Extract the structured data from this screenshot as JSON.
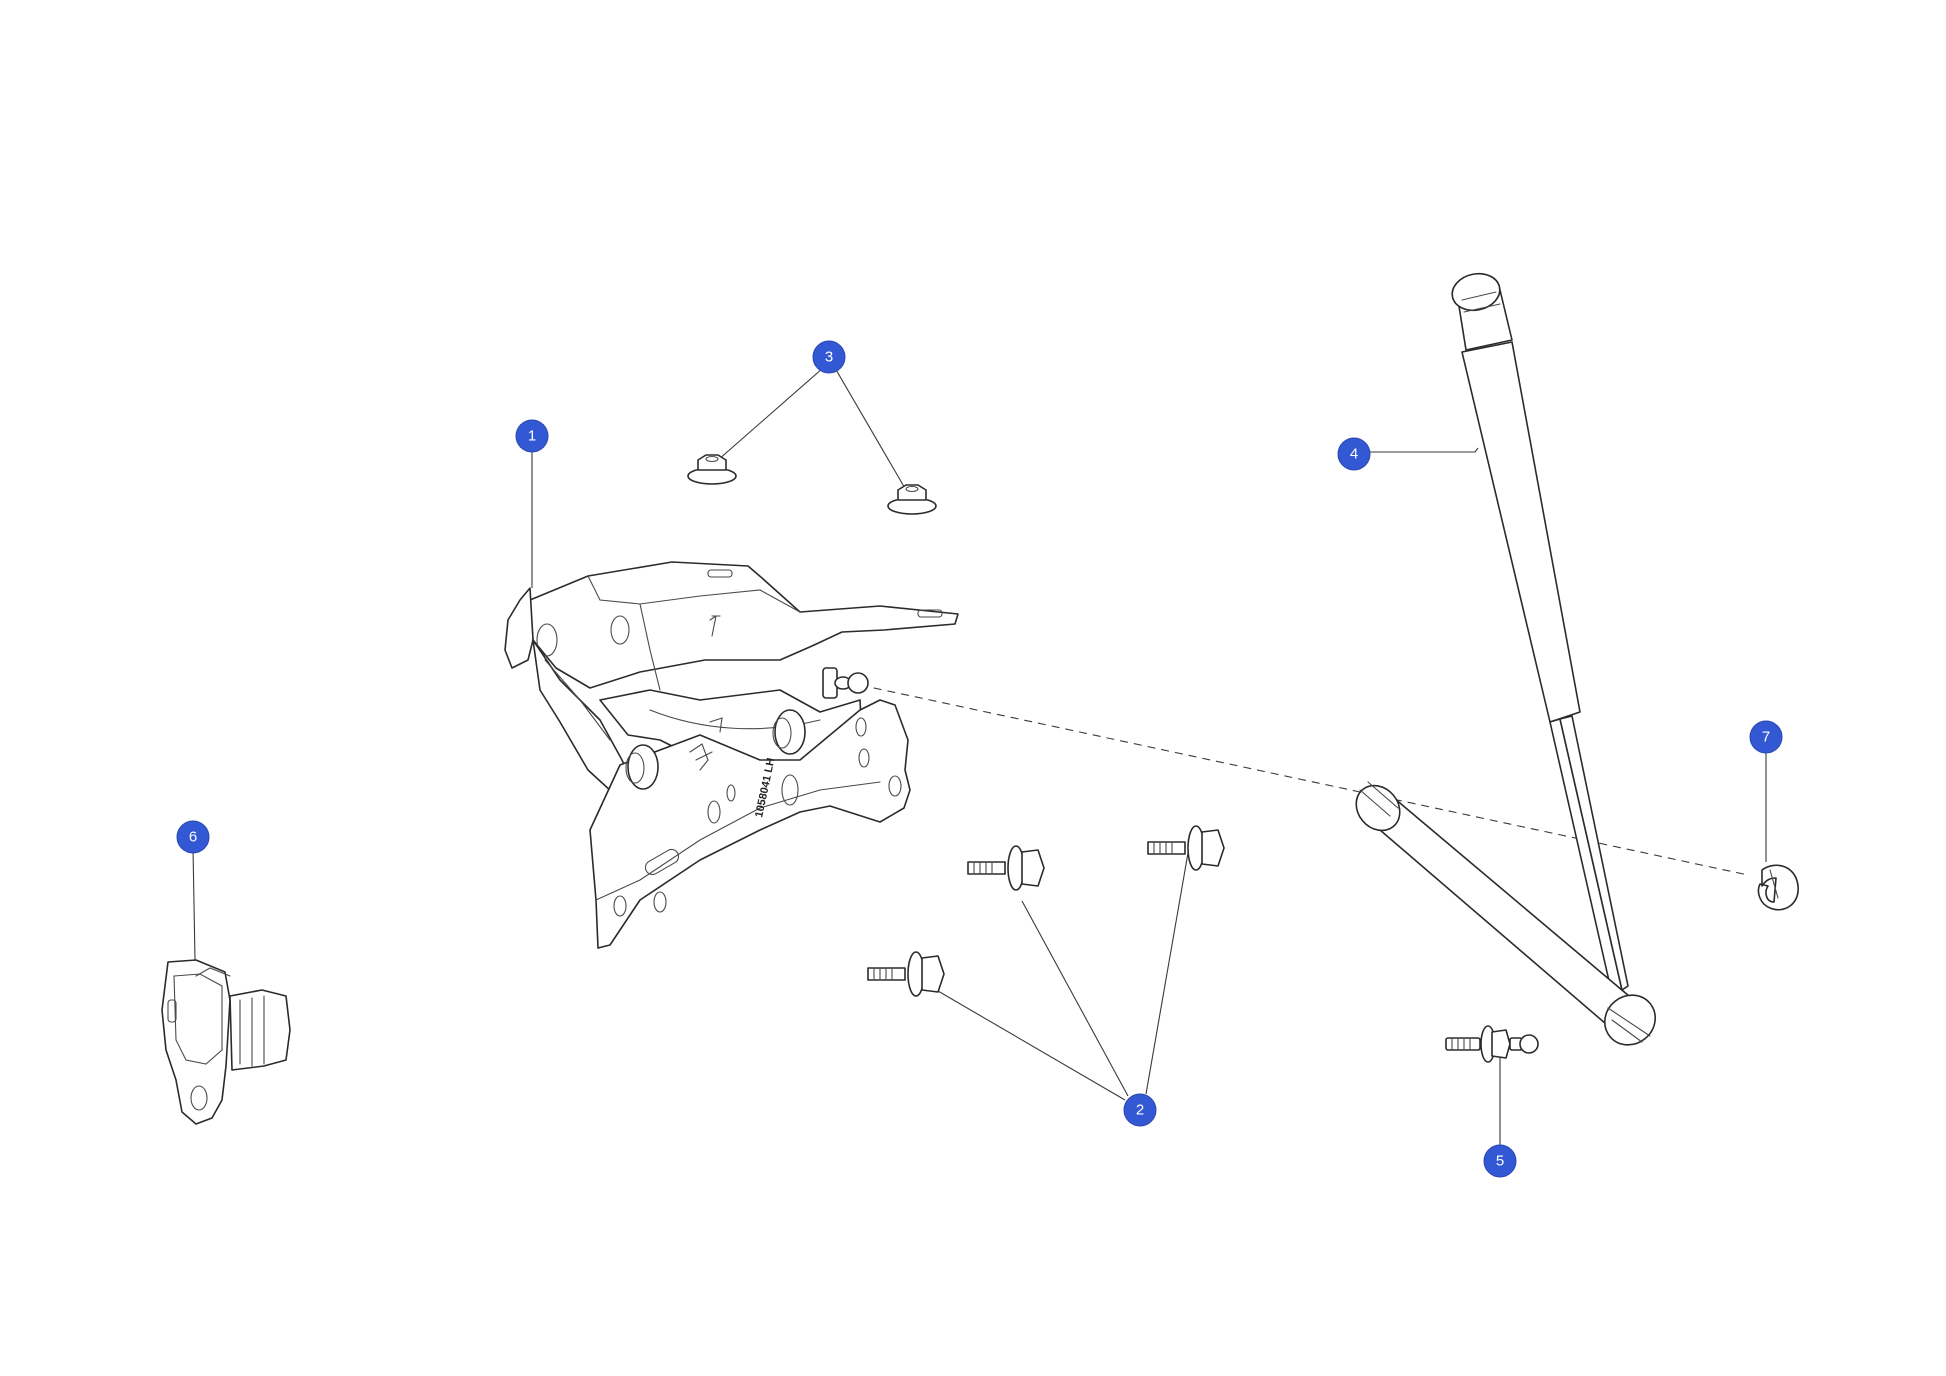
{
  "callout_color": "#3358d4",
  "callouts": [
    {
      "id": "1",
      "label": "1"
    },
    {
      "id": "2",
      "label": "2"
    },
    {
      "id": "3",
      "label": "3"
    },
    {
      "id": "4",
      "label": "4"
    },
    {
      "id": "5",
      "label": "5"
    },
    {
      "id": "6",
      "label": "6"
    },
    {
      "id": "7",
      "label": "7"
    }
  ],
  "hinge_stamp": "1058041 LH"
}
